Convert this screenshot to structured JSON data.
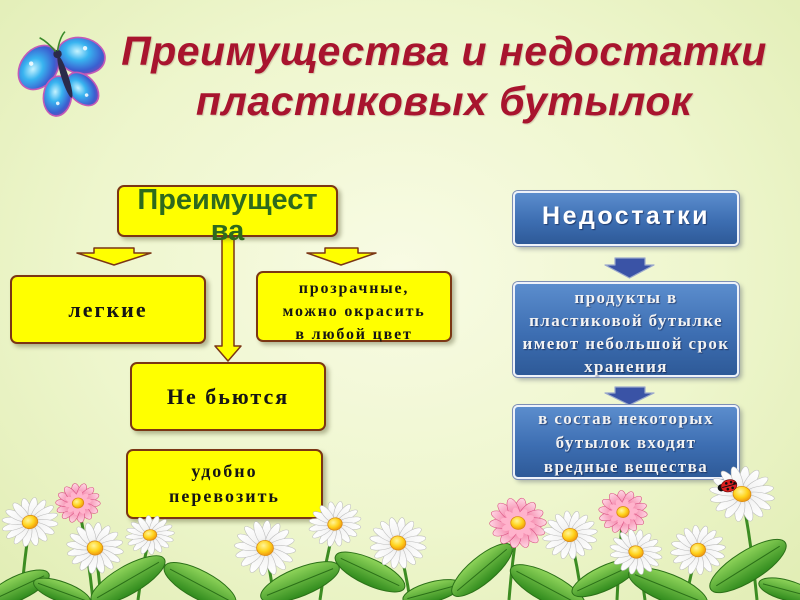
{
  "title": {
    "line1": "Преимущества и недостатки",
    "line2": "пластиковых бутылок"
  },
  "advantages": {
    "header": "Преимущества",
    "items": [
      {
        "lines": [
          "легкие"
        ]
      },
      {
        "lines": [
          "прозрачные,",
          "можно окрасить",
          "в любой цвет"
        ]
      },
      {
        "lines": [
          "Не бьются"
        ]
      },
      {
        "lines": [
          "удобно",
          "перевозить"
        ]
      }
    ]
  },
  "disadvantages": {
    "header": "Недостатки",
    "items": [
      {
        "lines": [
          "продукты в",
          "пластиковой бутылке",
          "имеют небольшой срок",
          "хранения"
        ]
      },
      {
        "lines": [
          "в состав некоторых",
          "бутылок входят",
          "вредные вещества"
        ]
      }
    ]
  },
  "colors": {
    "background": "#eef6cd",
    "title": "#a8142e",
    "advantages_header_text": "#2e6a1d",
    "advantage_box": "#ffff00",
    "advantage_box_border": "#7b3614",
    "disadvantage_box": "#3d6eb2",
    "disadvantage_text": "#f3f3f3",
    "arrow_blue": "#3a53a6"
  },
  "icons": {
    "decoration_top_left": "butterfly-icon",
    "decoration_bottom": "daisy-flower",
    "decoration_insect": "ladybug-icon"
  }
}
